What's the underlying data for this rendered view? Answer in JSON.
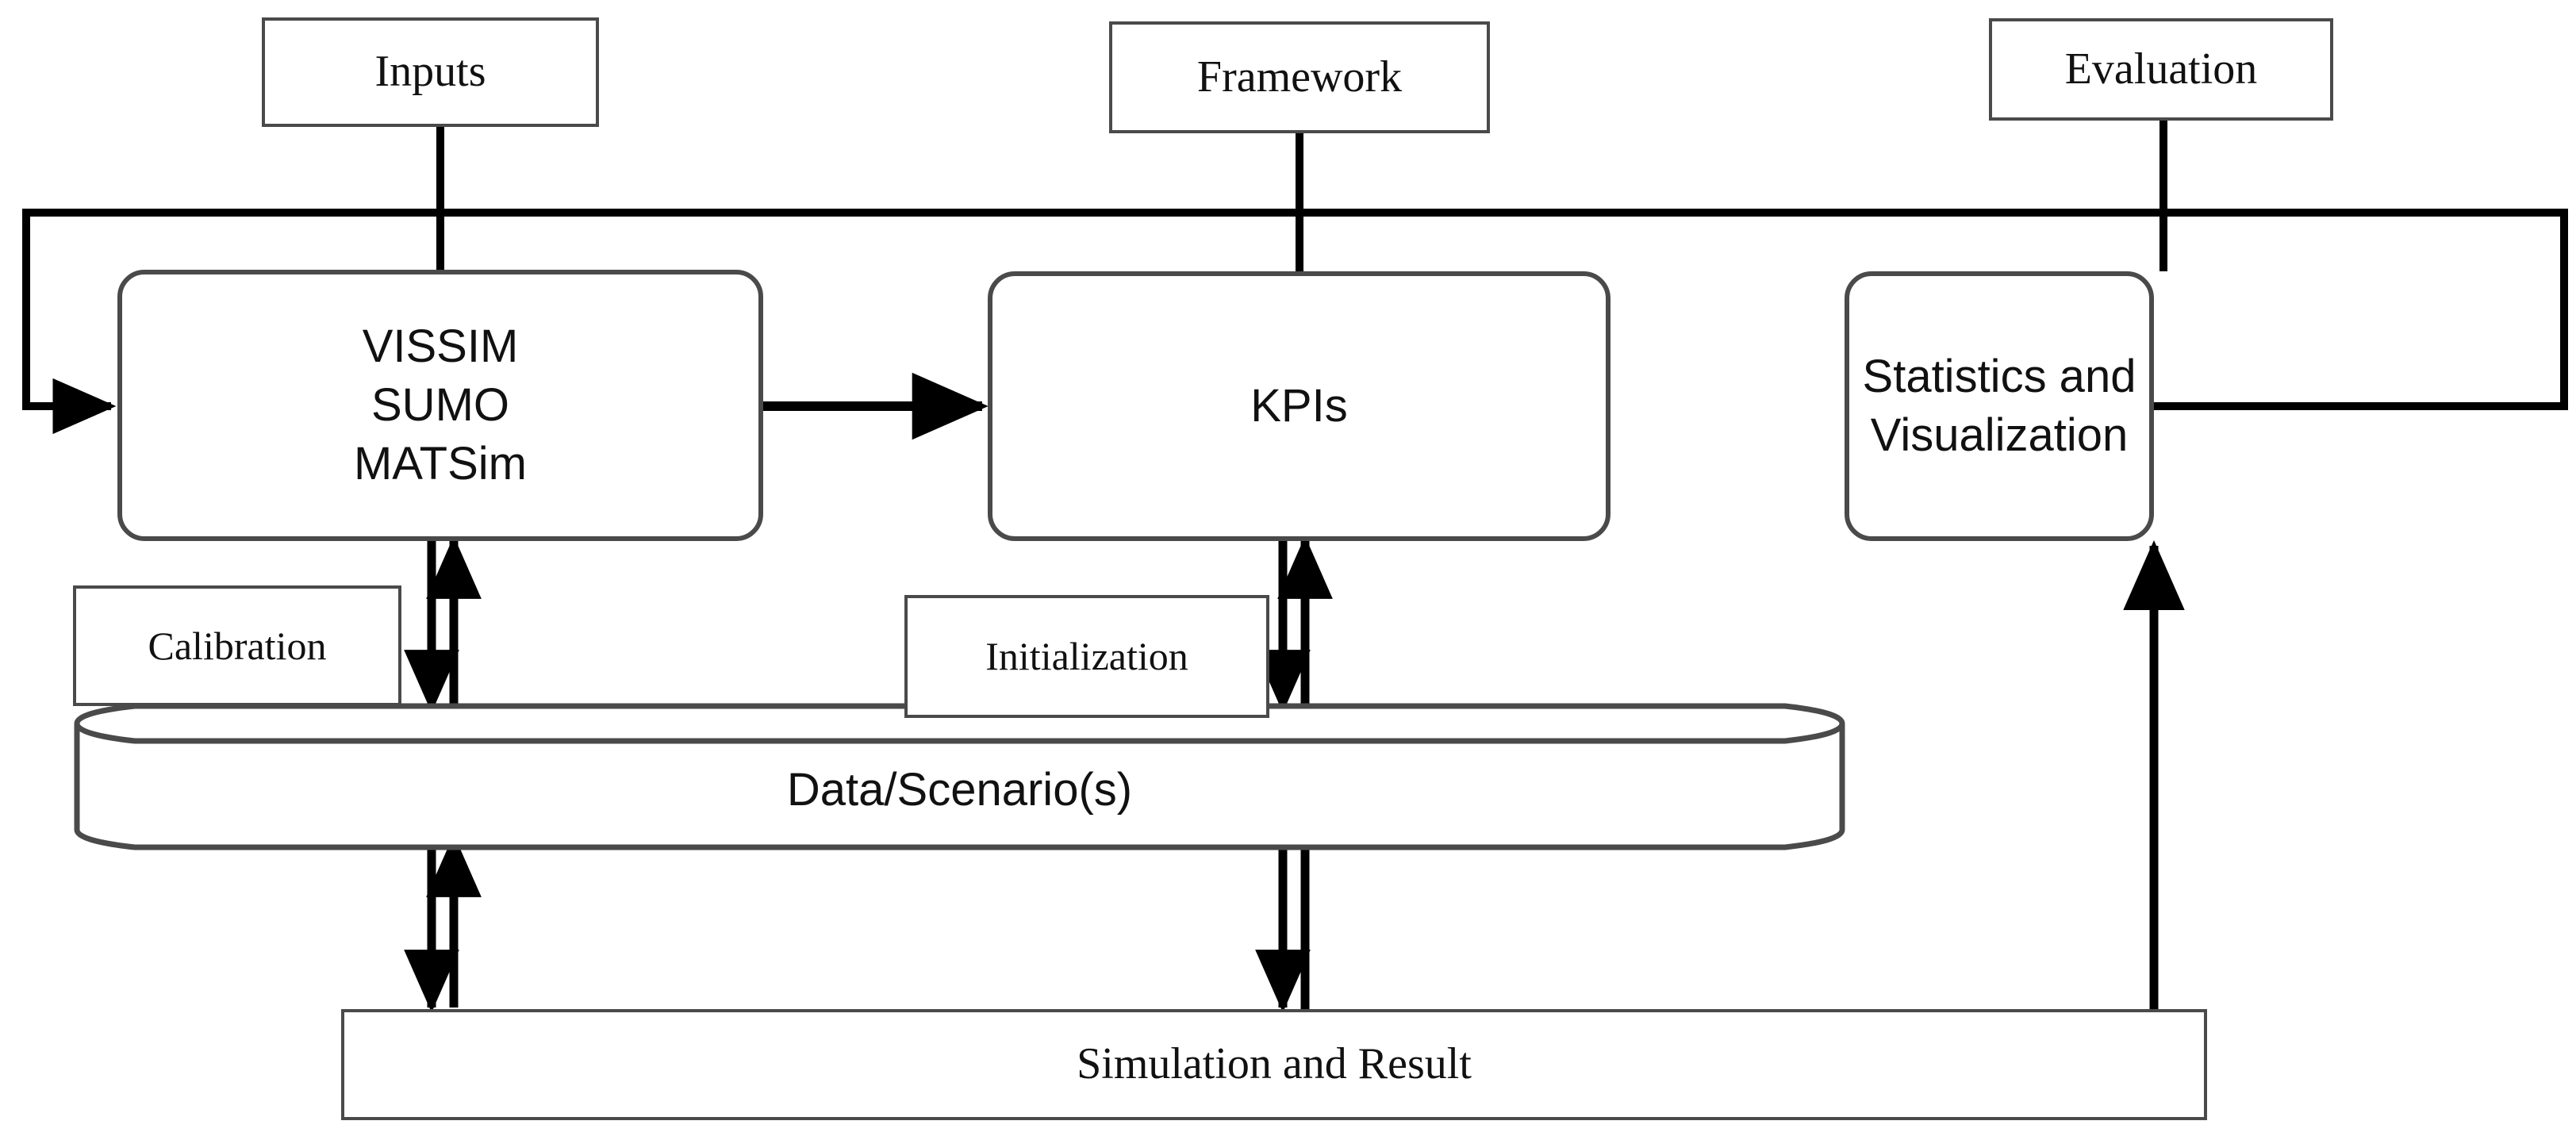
{
  "diagram": {
    "title_nodes": {
      "inputs": "Inputs",
      "framework": "Framework",
      "evaluation": "Evaluation"
    },
    "process_nodes": {
      "simulators": "VISSIM\nSUMO\nMATSim",
      "simulators_lines": [
        "VISSIM",
        "SUMO",
        "MATSim"
      ],
      "kpis": "KPIs",
      "statistics": "Statistics and Visualization",
      "statistics_lines": [
        "Statistics and",
        "Visualization"
      ]
    },
    "annotation_nodes": {
      "calibration": "Calibration",
      "initialization": "Initialization"
    },
    "datastore": {
      "label": "Data/Scenario(s)"
    },
    "result_bar": {
      "label": "Simulation and Result"
    },
    "colors": {
      "stroke": "#4a4a4a",
      "arrow": "#000000",
      "background": "#ffffff",
      "text": "#111111"
    },
    "edges": [
      {
        "from": "inputs",
        "to": "simulators",
        "kind": "line"
      },
      {
        "from": "framework",
        "to": "kpis",
        "kind": "line"
      },
      {
        "from": "evaluation",
        "to": "statistics",
        "kind": "line"
      },
      {
        "from": "simulators",
        "to": "kpis",
        "kind": "arrow"
      },
      {
        "from": "statistics",
        "to": "simulators",
        "kind": "feedback-arrow"
      },
      {
        "from": "simulators",
        "to": "datastore",
        "kind": "double-arrow"
      },
      {
        "from": "kpis",
        "to": "datastore",
        "kind": "double-arrow"
      },
      {
        "from": "datastore",
        "to": "result_bar",
        "kind": "double-arrow"
      },
      {
        "from": "datastore",
        "to": "result_bar",
        "kind": "double-line-arrow"
      },
      {
        "from": "result_bar",
        "to": "statistics",
        "kind": "arrow"
      }
    ]
  }
}
